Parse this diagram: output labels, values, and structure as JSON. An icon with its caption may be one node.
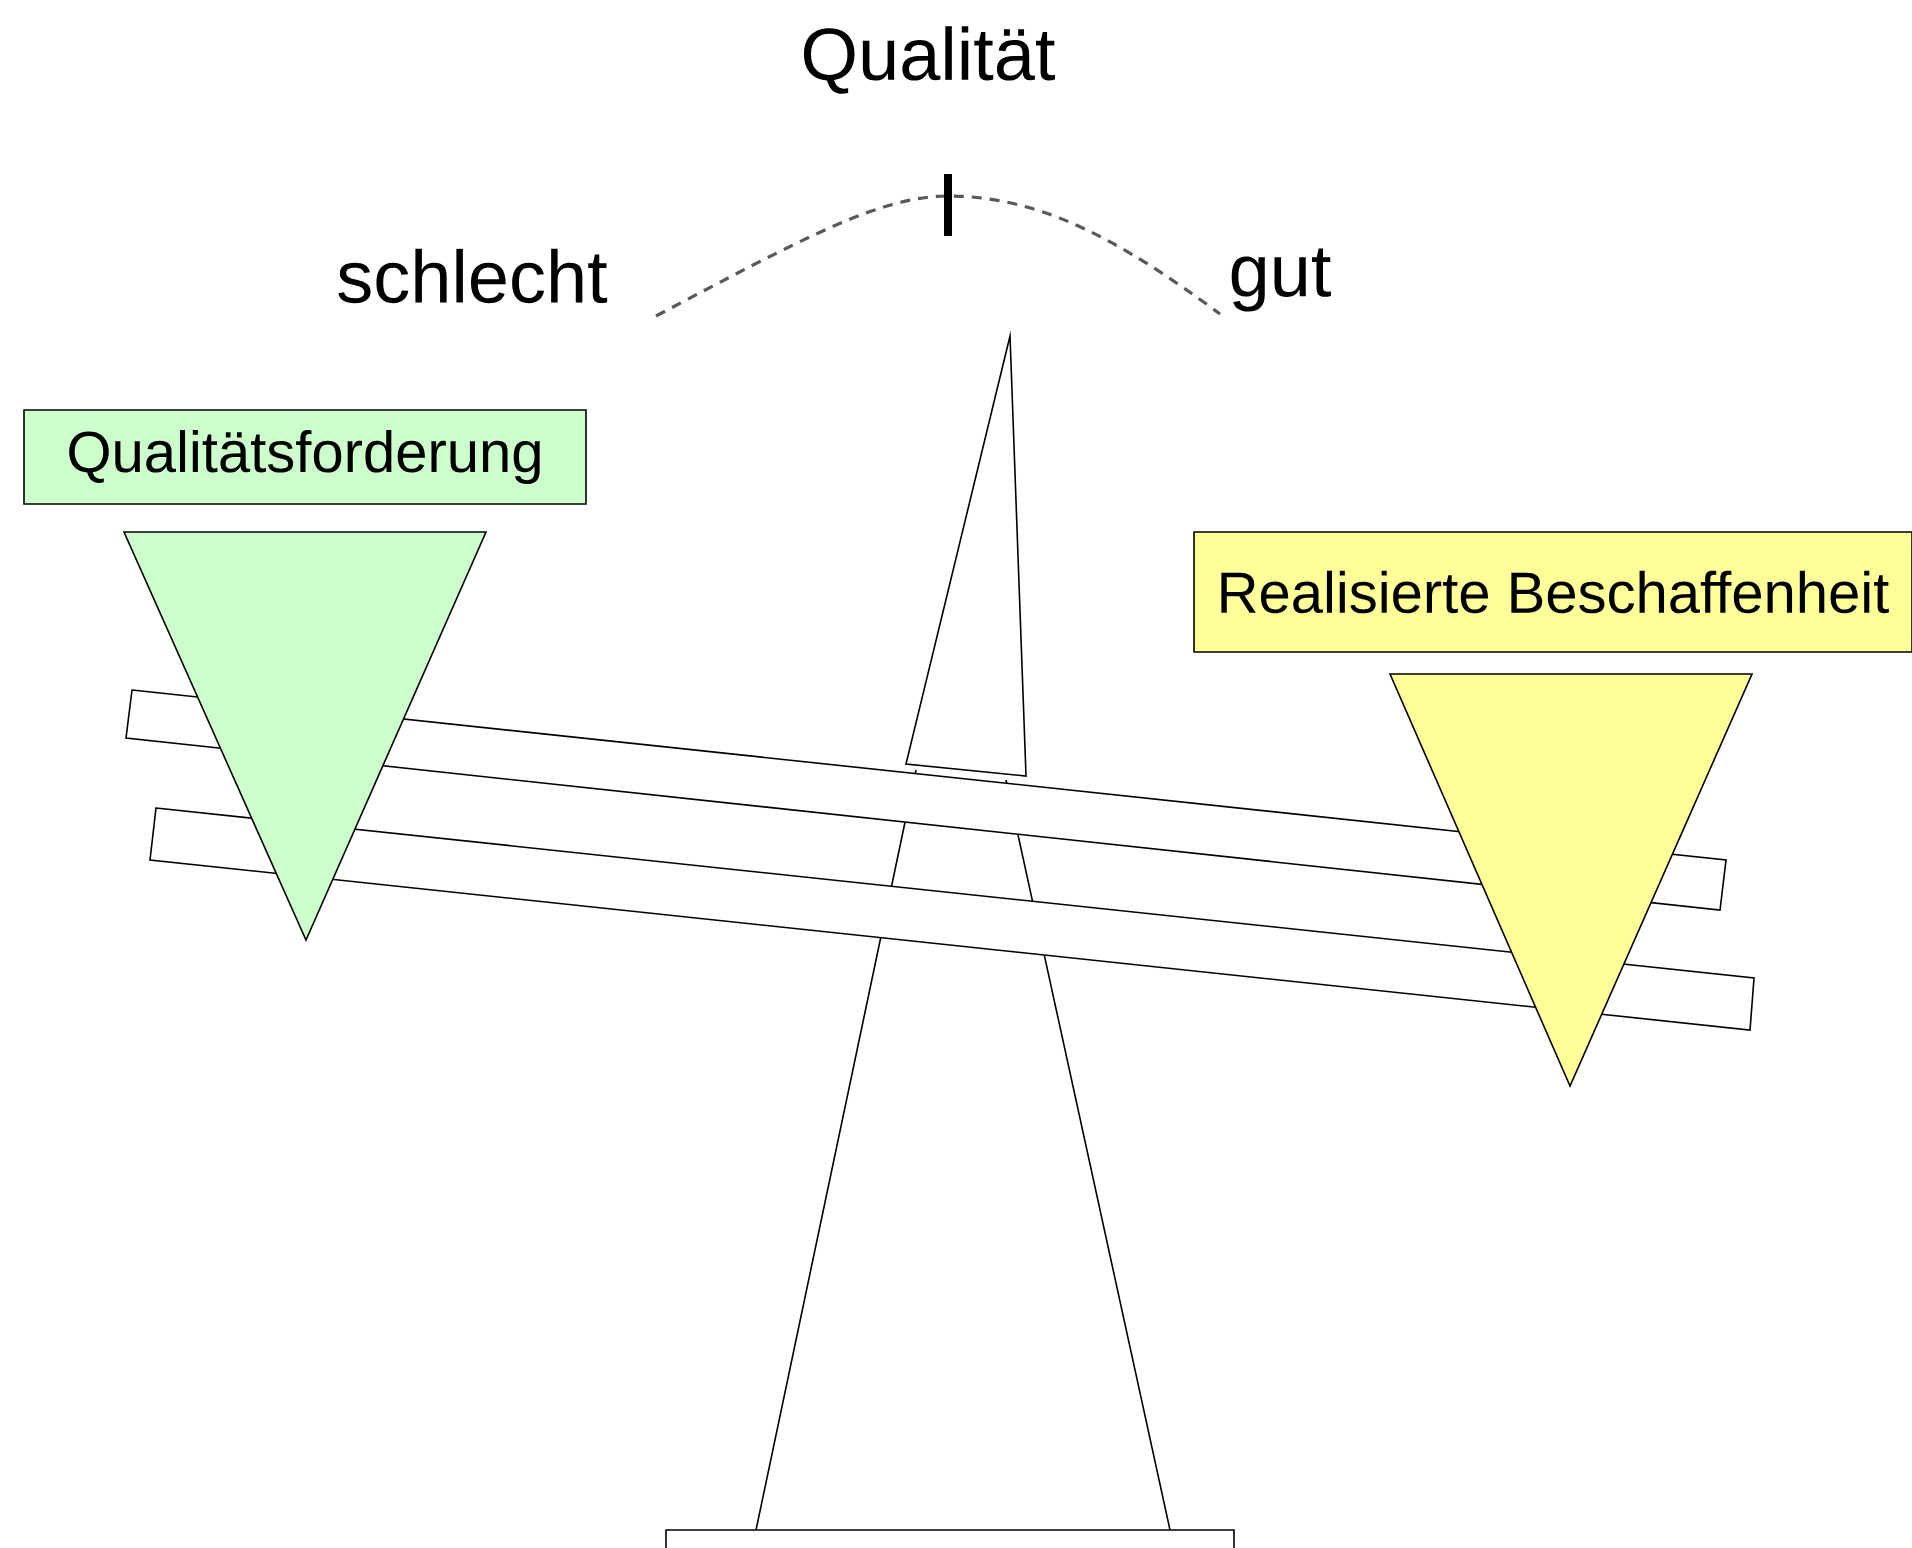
{
  "diagram": {
    "nodes": [
      {
        "text": [
          "Qualitätsforderung"
        ]
      },
      {
        "text": [
          "Realisierte Beschaffenheit"
        ]
      }
    ],
    "labels": [
      "Qualität",
      "schlecht",
      "gut"
    ]
  }
}
